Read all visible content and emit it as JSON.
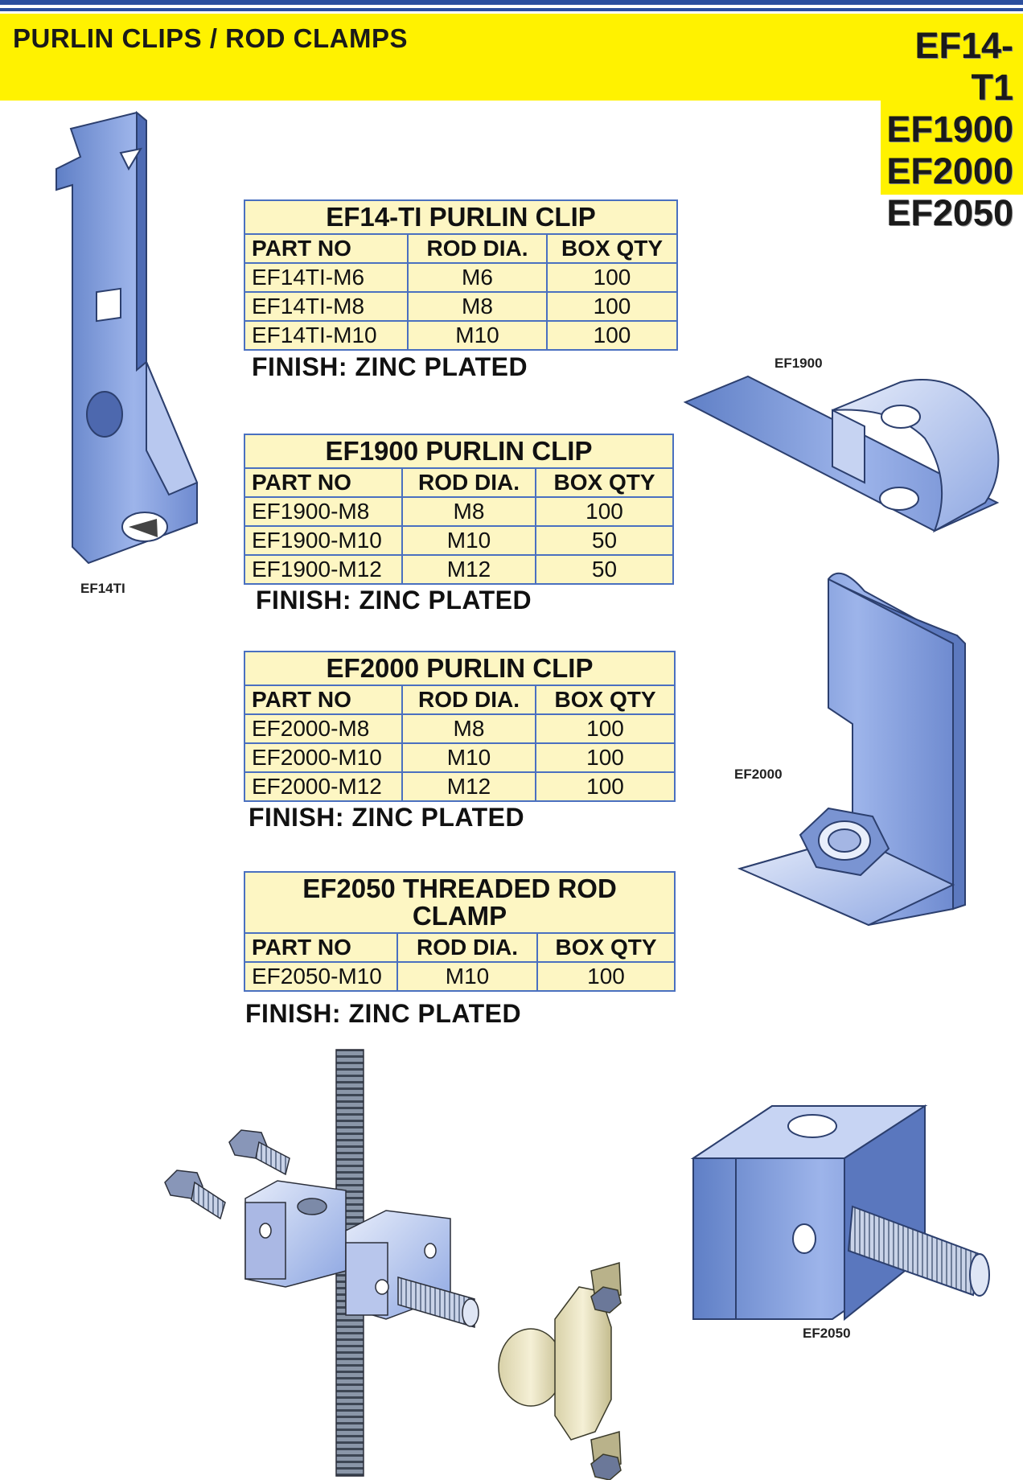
{
  "header": {
    "title": "PURLIN CLIPS / ROD CLAMPS",
    "codes": [
      "EF14-T1",
      "EF1900",
      "EF2000",
      "EF2050"
    ]
  },
  "columns": [
    "PART NO",
    "ROD DIA.",
    "BOX QTY"
  ],
  "tables": [
    {
      "title": "EF14-TI PURLIN CLIP",
      "rows": [
        [
          "EF14TI-M6",
          "M6",
          "100"
        ],
        [
          "EF14TI-M8",
          "M8",
          "100"
        ],
        [
          "EF14TI-M10",
          "M10",
          "100"
        ]
      ],
      "finish": "FINISH: ZINC PLATED"
    },
    {
      "title": "EF1900 PURLIN CLIP",
      "rows": [
        [
          "EF1900-M8",
          "M8",
          "100"
        ],
        [
          "EF1900-M10",
          "M10",
          "50"
        ],
        [
          "EF1900-M12",
          "M12",
          "50"
        ]
      ],
      "finish": "FINISH: ZINC PLATED"
    },
    {
      "title": "EF2000 PURLIN CLIP",
      "rows": [
        [
          "EF2000-M8",
          "M8",
          "100"
        ],
        [
          "EF2000-M10",
          "M10",
          "100"
        ],
        [
          "EF2000-M12",
          "M12",
          "100"
        ]
      ],
      "finish": "FINISH: ZINC PLATED"
    },
    {
      "title_line1": "EF2050 THREADED ROD",
      "title_line2": "CLAMP",
      "rows": [
        [
          "EF2050-M10",
          "M10",
          "100"
        ]
      ],
      "finish": "FINISH: ZINC PLATED"
    }
  ],
  "figure_labels": {
    "ef14ti": "EF14TI",
    "ef1900": "EF1900",
    "ef2000": "EF2000",
    "ef2050": "EF2050"
  },
  "colors": {
    "header_yellow": "#fff200",
    "table_fill": "#fdf6c3",
    "table_border": "#4a70c0",
    "steel_blue": "#7e9ad6",
    "top_rule": "#2b4f9e"
  }
}
